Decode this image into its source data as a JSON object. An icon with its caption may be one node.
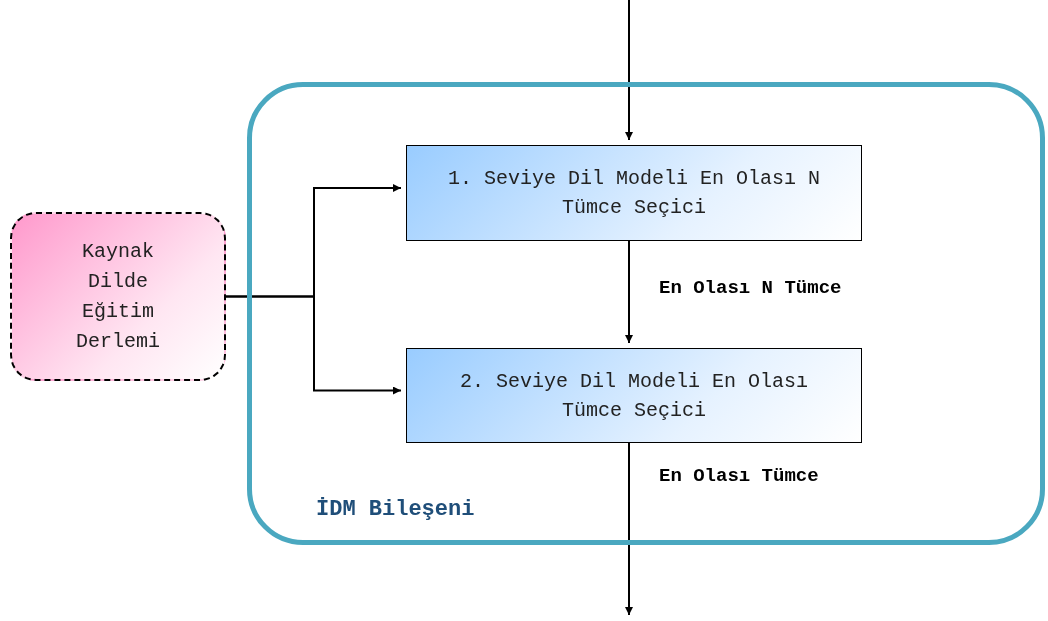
{
  "diagram": {
    "nodes": [
      {
        "text": [
          "İDM Bileşeni"
        ]
      },
      {
        "text": [
          "1. Seviye Dil Modeli En Olası N Tümce Seçici"
        ],
        "in": 0
      },
      {
        "text": [
          "2. Seviye Dil Modeli En Olası Tümce Seçici"
        ],
        "in": 0
      },
      {
        "text": [
          "Kaynak Dilde Eğitim Derlemi"
        ]
      }
    ],
    "edges": [
      {
        "from": null,
        "to": 1,
        "arrow": "to"
      },
      {
        "from": 1,
        "to": 2,
        "arrow": "to",
        "label": "En Olası N Tümce"
      },
      {
        "from": 2,
        "to": null,
        "arrow": "to",
        "label": "En Olası Tümce"
      },
      {
        "from": 3,
        "to": 1,
        "arrow": "to"
      },
      {
        "from": 3,
        "to": 2,
        "arrow": "to"
      }
    ]
  }
}
